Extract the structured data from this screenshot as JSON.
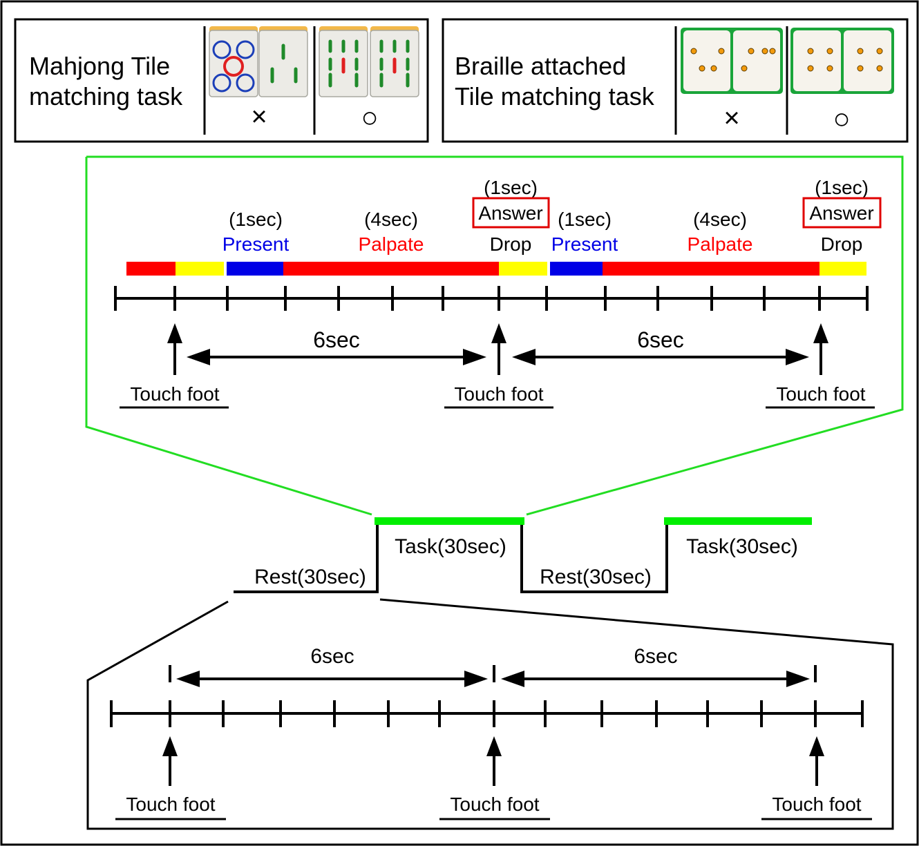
{
  "colors": {
    "red": "#ff0000",
    "yellow": "#ffff00",
    "blue": "#0000e6",
    "green": "#00ee00",
    "black": "#000000",
    "answer_box": "#e00000",
    "braille_dot": "#f29a0c",
    "braille_tile": "#f6f3ec",
    "braille_border": "#1aa53a",
    "mahjong_tile": "#ecebe6",
    "mahjong_back": "#f2b84a",
    "pin_blue": "#1c3fb8",
    "pin_red": "#e02020",
    "sou_green": "#1f8a2a"
  },
  "legend": {
    "mahjong_title_1": "Mahjong Tile",
    "mahjong_title_2": "matching task",
    "braille_title_1": "Braille attached",
    "braille_title_2": "Tile matching task",
    "mismatch_symbol": "×",
    "match_symbol": "○"
  },
  "task_detail": {
    "present_duration": "(1sec)",
    "present_label": "Present",
    "palpate_duration": "(4sec)",
    "palpate_label": "Palpate",
    "answer_duration": "(1sec)",
    "answer_label": "Answer",
    "drop_label": "Drop",
    "interval_label": "6sec",
    "touch_label": "Touch foot"
  },
  "block_design": {
    "rest_label": "Rest(30sec)",
    "task_label": "Task(30sec)"
  },
  "rest_detail": {
    "interval_label": "6sec",
    "touch_label": "Touch foot"
  }
}
